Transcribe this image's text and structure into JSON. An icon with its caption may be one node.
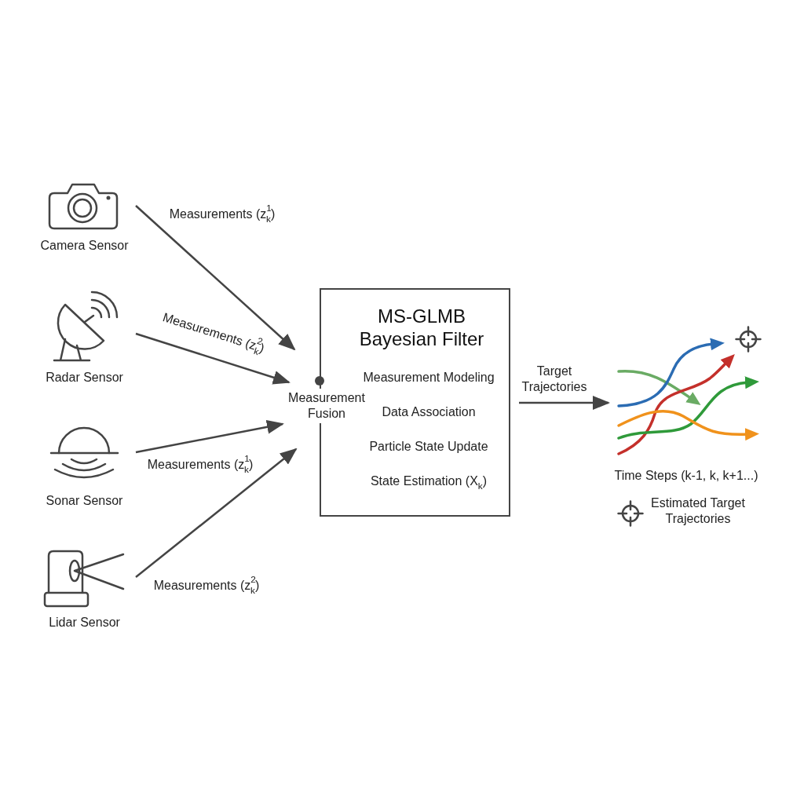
{
  "diagram": {
    "nodes": [
      {
        "text": [
          "Camera Sensor"
        ]
      },
      {
        "text": [
          "Radar Sensor"
        ]
      },
      {
        "text": [
          "Sonar Sensor"
        ]
      },
      {
        "text": [
          "Lidar Sensor"
        ]
      },
      {
        "text": [
          "MS-GLMB Bayesian Filter",
          "Measurement Modeling",
          "Data Association",
          "Particle State Update",
          "State Estimation (X$_{k}$)"
        ]
      },
      {
        "text": [],
        "shape": "picture",
        "beside": [
          "Time Steps (k-1, k, k+1...)"
        ]
      }
    ],
    "edges": [
      {
        "from": 0,
        "to": 4,
        "arrow": "to",
        "label": "Measurements (z$^{1}$$_{k}$)"
      },
      {
        "from": 1,
        "to": 4,
        "arrow": "to",
        "label": "Measurements (z$^{2}$$_{k}$)"
      },
      {
        "from": 2,
        "to": 4,
        "arrow": "to",
        "label": "Measurements (z$^{1}$$_{k}$)"
      },
      {
        "from": 3,
        "to": 4,
        "arrow": "to",
        "label": "Measurements (z$^{2}$$_{k}$)"
      },
      {
        "from": 4,
        "to": 5,
        "arrow": "to",
        "label": "Target Trajectories"
      }
    ],
    "labels": [
      "Measurement Fusion"
    ],
    "legend": [
      {
        "text": "Estimated Target Trajectories"
      }
    ]
  }
}
